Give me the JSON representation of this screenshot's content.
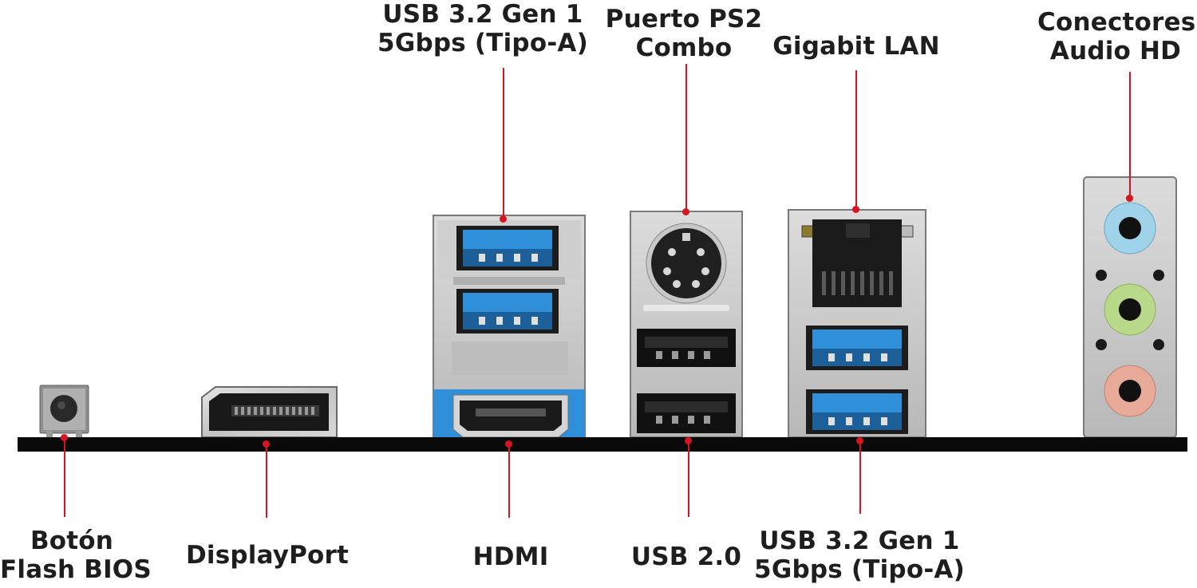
{
  "labels": {
    "usb32_top": [
      "USB 3.2 Gen 1",
      "5Gbps (Tipo-A)"
    ],
    "ps2": [
      "Puerto PS2",
      "Combo"
    ],
    "lan": [
      "Gigabit LAN"
    ],
    "audio": [
      "Conectores",
      "Audio HD"
    ],
    "flash_bios": [
      "Botón",
      "Flash BIOS"
    ],
    "displayport": [
      "DisplayPort"
    ],
    "hdmi": [
      "HDMI"
    ],
    "usb20": [
      "USB 2.0"
    ],
    "usb32_bottom": [
      "USB 3.2 Gen 1",
      "5Gbps (Tipo-A)"
    ]
  },
  "colors": {
    "leader": "#d7141f",
    "usb3_blue": "#2f8fd8",
    "shield": "#c9c9c9",
    "baseline": "#0a0a0a",
    "audio_line_in": "#9fd3ea",
    "audio_line_out": "#b9d98a",
    "audio_mic": "#e8aa98"
  }
}
